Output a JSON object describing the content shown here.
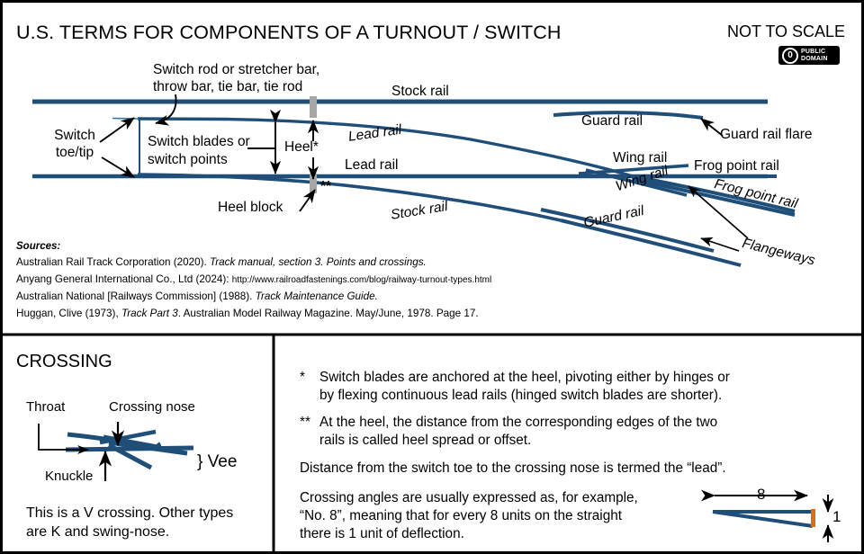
{
  "header": {
    "title": "U.S. TERMS FOR COMPONENTS OF A TURNOUT / SWITCH",
    "not_to_scale": "NOT TO SCALE",
    "badge": {
      "mark": "0",
      "line1": "PUBLIC",
      "line2": "DOMAIN"
    }
  },
  "diagram": {
    "labels": {
      "switch_rod": "Switch rod or stretcher bar,\nthrow bar, tie bar, tie rod",
      "switch_rod_l1": "Switch rod or stretcher bar,",
      "switch_rod_l2": "throw bar, tie bar, tie rod",
      "stock_rail_top": "Stock rail",
      "switch_toe_l1": "Switch",
      "switch_toe_l2": "toe/tip",
      "switch_blades_l1": "Switch blades or",
      "switch_blades_l2": "switch points",
      "heel": "Heel*",
      "double_asterisk": "**",
      "heel_block": "Heel block",
      "lead_rail_upper": "Lead rail",
      "lead_rail_lower": "Lead rail",
      "stock_rail_lower": "Stock rail",
      "guard_rail_upper": "Guard rail",
      "guard_rail_lower": "Guard rail",
      "wing_rail_upper": "Wing rail",
      "wing_rail_lower": "Wing rail",
      "guard_rail_flare": "Guard rail flare",
      "frog_point_rail_upper": "Frog point rail",
      "frog_point_rail_lower": "Frog point rail",
      "flangeways": "Flangeways"
    },
    "colors": {
      "rail": "#1F4E79",
      "rail_light": "#2E75B6",
      "block": "#A6A6A6",
      "accent": "#E36C09"
    }
  },
  "sources": {
    "heading": "Sources:",
    "items": [
      {
        "text": "Australian Rail Track Corporation (2020). ",
        "italic": "Track manual, section 3. Points and crossings.",
        "tail": ""
      },
      {
        "text": "Anyang General International Co., Ltd (2024): ",
        "url": "http://www.railroadfastenings.com/blog/railway-turnout-types.html"
      },
      {
        "text": "Australian National [Railways Commission] (1988). ",
        "italic": "Track Maintenance Guide.",
        "tail": ""
      },
      {
        "text": "Huggan, Clive (1973), ",
        "italic": "Track Part 3",
        "tail": ". Australian Model Railway Magazine. May/June, 1978. Page 17."
      }
    ]
  },
  "crossing_panel": {
    "title": "CROSSING",
    "throat": "Throat",
    "crossing_nose": "Crossing nose",
    "knuckle": "Knuckle",
    "vee": "} Vee",
    "caption_l1": "This is a V crossing. Other types",
    "caption_l2": "are K and swing-nose."
  },
  "notes_panel": {
    "notes": [
      {
        "marker": "*",
        "l1": "Switch blades are anchored at the heel, pivoting either by hinges or",
        "l2": "by flexing continuous lead rails (hinged switch blades are shorter)."
      },
      {
        "marker": "**",
        "l1": "At the heel, the distance from the corresponding edges of the two",
        "l2": "rails is called heel spread or offset."
      }
    ],
    "lead_note": "Distance from the switch toe to the crossing nose is termed the “lead”.",
    "angle_note_l1": "Crossing angles are usually expressed as, for example,",
    "angle_note_l2": "“No. 8”, meaning that for every 8 units on the straight",
    "angle_note_l3": "there is 1 unit of deflection.",
    "ratio_run": "8",
    "ratio_rise": "1"
  }
}
